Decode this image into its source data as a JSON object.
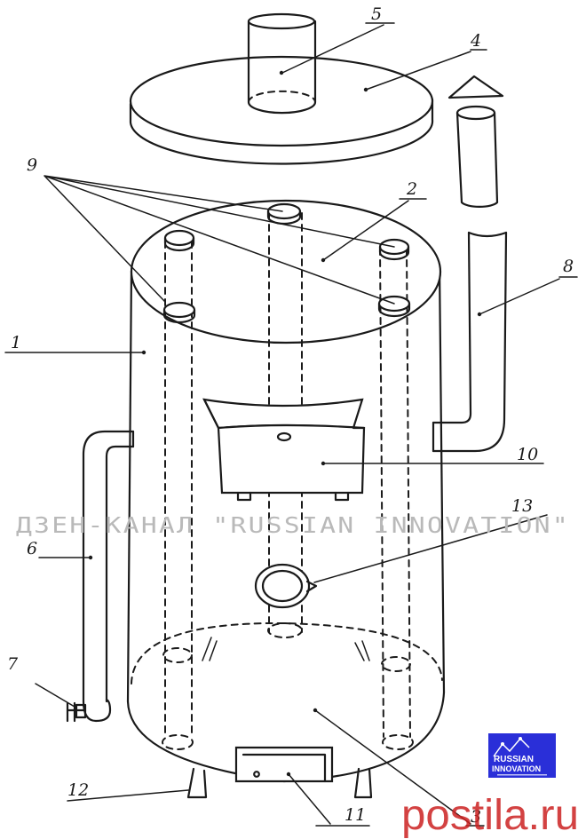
{
  "labels": {
    "l1": "1",
    "l2": "2",
    "l3": "3",
    "l4": "4",
    "l5": "5",
    "l6": "6",
    "l7": "7",
    "l8": "8",
    "l9": "9",
    "l10": "10",
    "l11": "11",
    "l12": "12",
    "l13": "13"
  },
  "watermark": "ДЗЕН-КАНАЛ \"RUSSIAN INNOVATION\"",
  "logo": {
    "line1": "RUSSIAN",
    "line2": "INNOVATION"
  },
  "site_mark": "postila.ru",
  "colors": {
    "line": "#1a1a1a",
    "logo_bg": "#2a2fd8",
    "site_mark": "#cc2222",
    "watermark": "#b9b9b9"
  }
}
